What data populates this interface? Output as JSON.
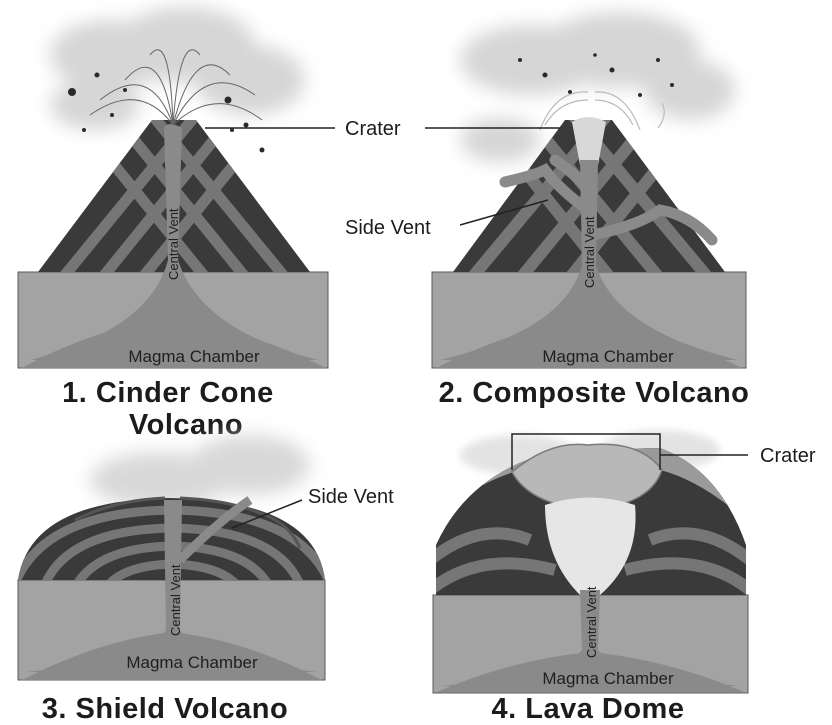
{
  "diagrams": [
    {
      "title_lines": [
        "1. Cinder Cone",
        "Volcano"
      ],
      "magma_chamber": "Magma Chamber",
      "central_vent": "Central Vent",
      "callouts": {
        "crater": "Crater"
      }
    },
    {
      "title_lines": [
        "2. Composite Volcano"
      ],
      "magma_chamber": "Magma Chamber",
      "central_vent": "Central Vent",
      "callouts": {
        "side_vent": "Side Vent"
      }
    },
    {
      "title_lines": [
        "3. Shield Volcano"
      ],
      "magma_chamber": "Magma Chamber",
      "central_vent": "Central Vent",
      "callouts": {
        "side_vent": "Side Vent"
      }
    },
    {
      "title_lines": [
        "4. Lava Dome"
      ],
      "magma_chamber": "Magma Chamber",
      "central_vent": "Central Vent",
      "callouts": {
        "crater": "Crater"
      }
    }
  ],
  "colors": {
    "ground": "#a3a3a3",
    "layer_dark": "#3c3c3c",
    "layer_mid": "#7a7a7a",
    "vent": "#8c8c8c",
    "smoke": "#cfcfcf",
    "text": "#1c1c1c"
  }
}
